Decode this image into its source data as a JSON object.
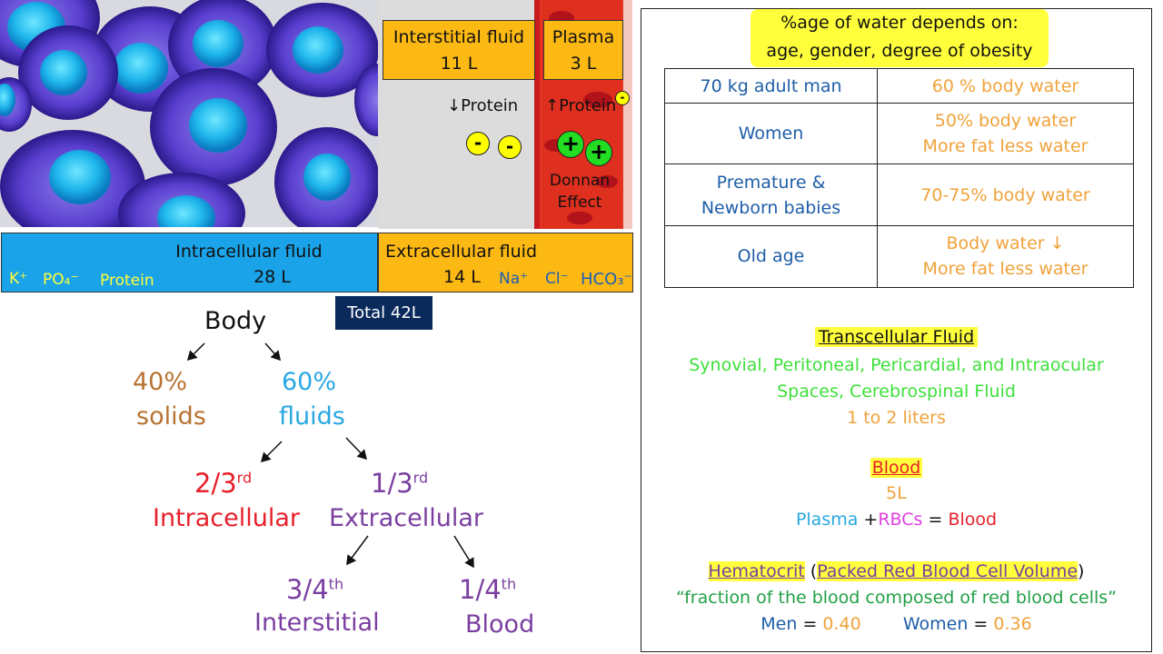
{
  "fluid_boxes": {
    "interstitial": {
      "label": "Interstitial fluid",
      "value": "11 L"
    },
    "plasma": {
      "label": "Plasma",
      "value": "3 L"
    },
    "intracellular": {
      "label": "Intracellular fluid",
      "value": "28 L"
    },
    "extracellular": {
      "label": "Extracellular fluid",
      "value": "14 L"
    },
    "total": "Total 42L"
  },
  "protein_labels": {
    "interstitial": "↓Protein",
    "plasma": "↑Protein",
    "donnan_line1": "Donnan",
    "donnan_line2": "Effect",
    "minus": "-",
    "plus": "+"
  },
  "ions": {
    "intracellular": [
      "K⁺",
      "PO₄⁻",
      "Protein"
    ],
    "extracellular": [
      "Na⁺",
      "Cl⁻",
      "HCO₃⁻"
    ]
  },
  "tree": {
    "body": "Body",
    "solids_pct": "40%",
    "solids": "solids",
    "fluids_pct": "60%",
    "fluids": "fluids",
    "intra_frac": "2/3",
    "intra_sup": "rd",
    "intra": "Intracellular",
    "extra_frac": "1/3",
    "extra_sup": "rd",
    "extra": "Extracellular",
    "inter_frac": "3/4",
    "inter_sup": "th",
    "inter": "Interstitial",
    "blood_frac": "1/4",
    "blood_sup": "th",
    "blood": "Blood"
  },
  "water": {
    "heading_line1": "%age of water depends on:",
    "heading_line2": "age, gender, degree of obesity",
    "rows": [
      {
        "group": [
          "70 kg adult man"
        ],
        "info": [
          "60 % body water"
        ]
      },
      {
        "group": [
          "Women"
        ],
        "info": [
          "50% body water",
          "More fat less water"
        ]
      },
      {
        "group": [
          "Premature &",
          "Newborn babies"
        ],
        "info": [
          "70-75% body water"
        ]
      },
      {
        "group": [
          "Old age"
        ],
        "info": [
          "Body water ↓",
          "More fat less water"
        ]
      }
    ]
  },
  "transcellular": {
    "title": "Transcellular Fluid",
    "line1": "Synovial, Peritoneal, Pericardial, and Intraocular",
    "line2": "Spaces, Cerebrospinal Fluid",
    "line3": "1 to 2 liters"
  },
  "blood_section": {
    "title": "Blood",
    "volume": "5L",
    "plasma": "Plasma",
    "plus": "+",
    "rbcs": "RBCs",
    "equals": "=",
    "blood": "Blood"
  },
  "hematocrit": {
    "title": "Hematocrit",
    "paren_open": "(",
    "subtitle": "Packed Red Blood Cell Volume",
    "paren_close": ")",
    "quote": "“fraction of the blood composed of red blood cells”",
    "men_label": "Men",
    "men_value": "0.40",
    "women_label": "Women",
    "women_value": "0.36",
    "equals": "="
  },
  "colors": {
    "orange_box": "#fdb913",
    "blue_box": "#1aa3e8",
    "navy_box": "#0b2a5c",
    "solids": "#b87333",
    "fluids": "#29a8e0",
    "intracellular": "#e8202a",
    "extra_purple": "#7a3fa0",
    "table_blue": "#1f5ea8",
    "table_orange": "#f0a23a",
    "green": "#3ee03a",
    "magenta": "#e040e0",
    "highlight": "#ffff3c"
  }
}
